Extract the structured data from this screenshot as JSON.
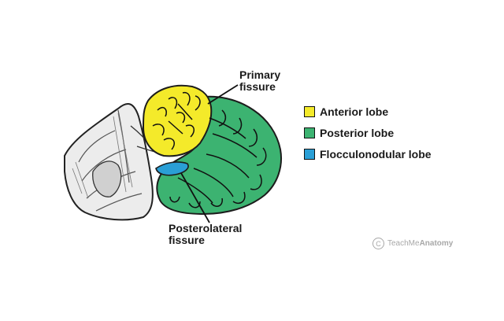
{
  "labels": {
    "primary_fissure_line1": "Primary",
    "primary_fissure_line2": "fissure",
    "posterolateral_fissure_line1": "Posterolateral",
    "posterolateral_fissure_line2": "fissure"
  },
  "legend": [
    {
      "label": "Anterior lobe",
      "color": "#f4ea2a"
    },
    {
      "label": "Posterior lobe",
      "color": "#3cb371"
    },
    {
      "label": "Flocculonodular lobe",
      "color": "#2a9fd6"
    }
  ],
  "watermark": {
    "symbol": "C",
    "text_light": "TeachMe",
    "text_bold": "Anatomy"
  }
}
